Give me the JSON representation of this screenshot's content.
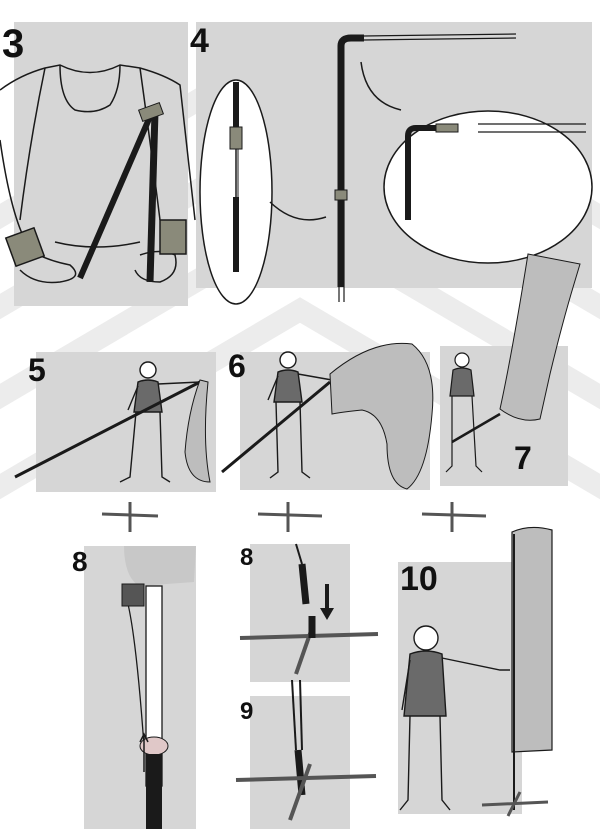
{
  "steps": {
    "s3": "3",
    "s4": "4",
    "s5": "5",
    "s6": "6",
    "s7": "7",
    "s8a": "8",
    "s8b": "8",
    "s9": "9",
    "s10": "10"
  },
  "colors": {
    "panel": "#d6d6d6",
    "outline": "#1a1a1a",
    "flag": "#bdbdbd",
    "sleeve": "#8a8a7a",
    "watermark": "#ececec"
  }
}
